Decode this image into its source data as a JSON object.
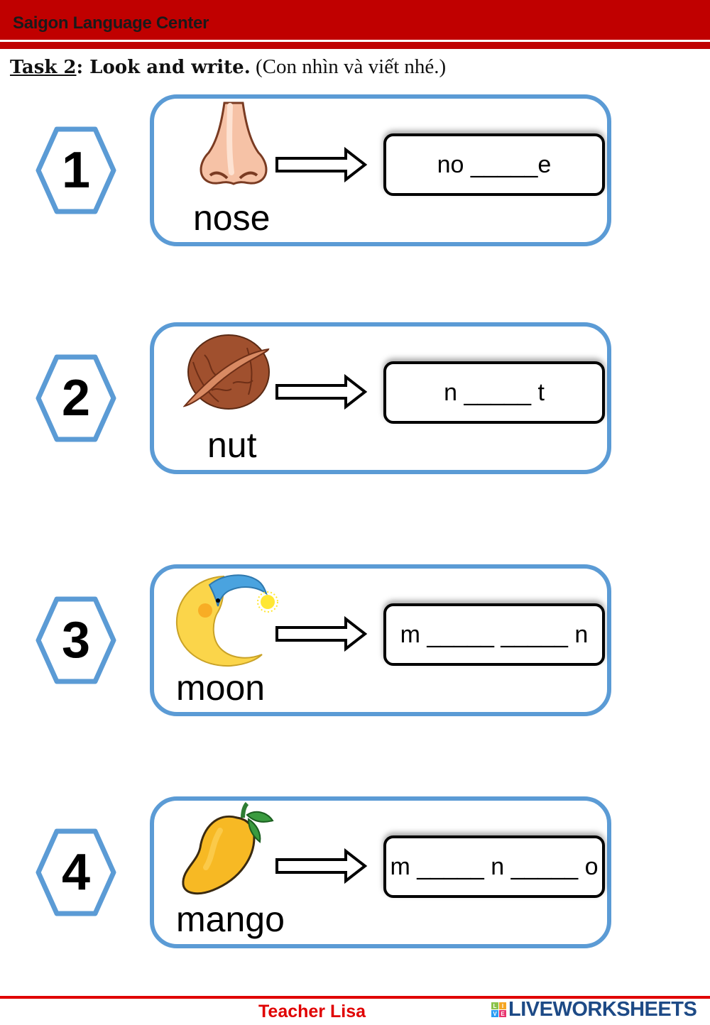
{
  "header": {
    "title": "Saigon Language Center",
    "color": "#c00000"
  },
  "task": {
    "label": "Task 2",
    "colon": ":",
    "instruction": " Look and write.",
    "translation": " (Con nhìn và viết nhé.)"
  },
  "accent_color": "#5b9bd5",
  "items": [
    {
      "number": "1",
      "picture": "nose-icon",
      "word": "nose",
      "prompt": "no _____e"
    },
    {
      "number": "2",
      "picture": "nut-icon",
      "word": "nut",
      "prompt": "n _____ t"
    },
    {
      "number": "3",
      "picture": "moon-icon",
      "word": "moon",
      "prompt": "m _____ _____ n"
    },
    {
      "number": "4",
      "picture": "mango-icon",
      "word": "mango",
      "prompt": "m _____ n _____ o"
    }
  ],
  "footer": {
    "teacher": "Teacher Lisa",
    "brand": "LIVEWORKSHEETS",
    "brand_cells": [
      "L",
      "I",
      "V",
      "E"
    ],
    "brand_cell_colors": [
      "#8bc34a",
      "#f5a623",
      "#2a9df4",
      "#e8336d"
    ]
  }
}
